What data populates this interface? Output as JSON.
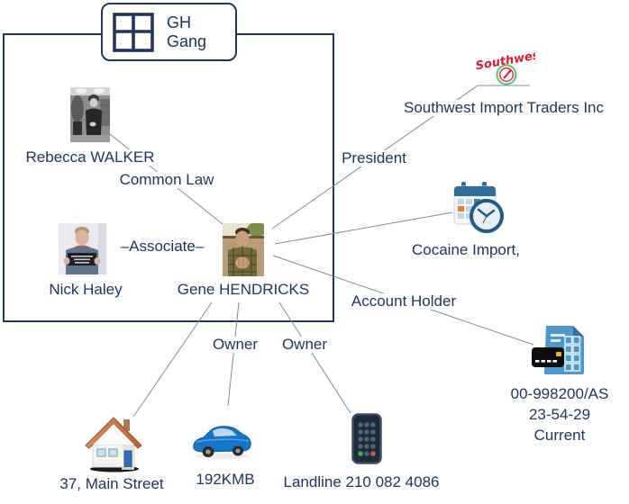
{
  "group": {
    "label": "GH Gang"
  },
  "entities": {
    "rebecca": {
      "label": "Rebecca WALKER"
    },
    "nick": {
      "label": "Nick Haley"
    },
    "gene": {
      "label": "Gene HENDRICKS"
    },
    "southwest": {
      "logo_text": "Southwest",
      "label": "Southwest Import Traders Inc"
    },
    "cocaine_import": {
      "label": "Cocaine Import,"
    },
    "bank_account": {
      "lines": [
        "00-998200/AS",
        "23-54-29",
        "Current"
      ]
    },
    "house": {
      "label": "37, Main Street"
    },
    "car": {
      "label": "192KMB"
    },
    "phone": {
      "label": "Landline 210 082 4086"
    }
  },
  "links": {
    "common_law": {
      "label": "Common Law",
      "from": "Rebecca WALKER",
      "to": "Gene HENDRICKS"
    },
    "associate": {
      "label": "–Associate–",
      "from": "Nick Haley",
      "to": "Gene HENDRICKS"
    },
    "president": {
      "label": "President",
      "from": "Gene HENDRICKS",
      "to": "Southwest Import Traders Inc"
    },
    "cocaine_link": {
      "label": "",
      "from": "Gene HENDRICKS",
      "to": "Cocaine Import,"
    },
    "account_holder": {
      "label": "Account Holder",
      "from": "Gene HENDRICKS",
      "to": "00-998200/AS 23-54-29 Current"
    },
    "owner_house": {
      "label": "",
      "from": "Gene HENDRICKS",
      "to": "37, Main Street"
    },
    "owner_car": {
      "label": "Owner",
      "from": "Gene HENDRICKS",
      "to": "192KMB"
    },
    "owner_phone": {
      "label": "Owner",
      "from": "Gene HENDRICKS",
      "to": "Landline 210 082 4086"
    }
  },
  "colors": {
    "text": "#21365b",
    "box_border": "#22355c",
    "link_line": "#7e89a4",
    "southwest_red": "#e31837",
    "southwest_green": "#5cc46a",
    "calendar_blue": "#2e6e9e",
    "bank_doc_blue": "#4f97c8",
    "car_blue": "#1576c8",
    "house_roof": "#cd7340",
    "phone_body": "#1c2a3a",
    "phone_green": "#3fae5a",
    "phone_red": "#cf5b52"
  }
}
